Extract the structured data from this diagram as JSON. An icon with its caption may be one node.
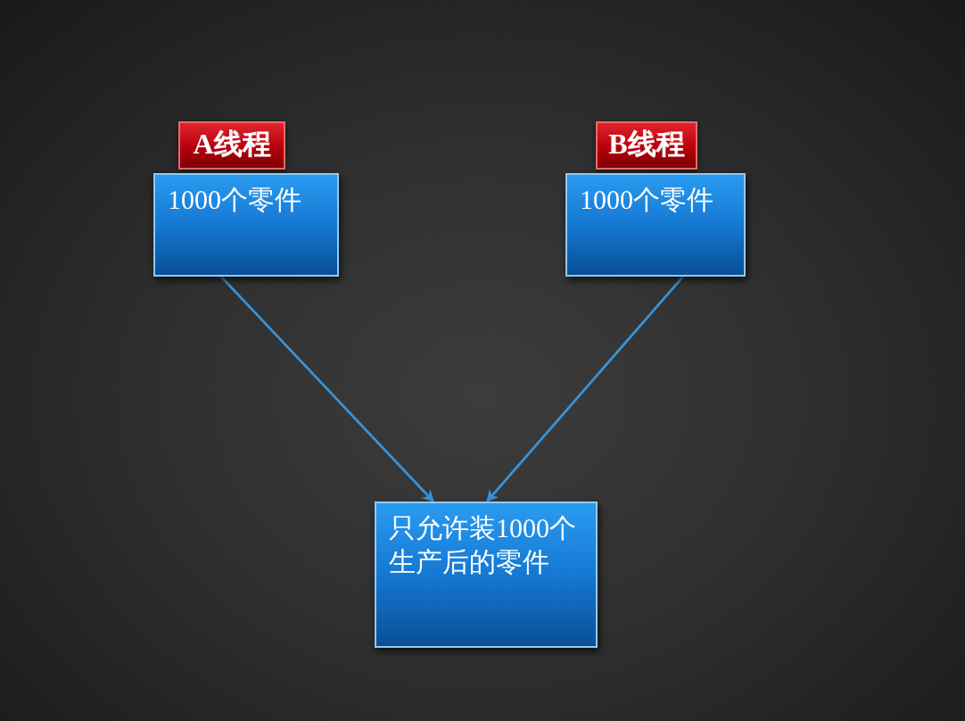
{
  "diagram": {
    "nodes": [
      {
        "text": [
          "A线程"
        ]
      },
      {
        "text": [
          "1000个零件"
        ]
      },
      {
        "text": [
          "B线程"
        ]
      },
      {
        "text": [
          "1000个零件"
        ]
      },
      {
        "text": [
          "只允许装1000个生产后的零件"
        ]
      }
    ],
    "edges": [
      {
        "from": 1,
        "to": 4,
        "arrow": "to"
      },
      {
        "from": 3,
        "to": 4,
        "arrow": "to"
      }
    ]
  }
}
